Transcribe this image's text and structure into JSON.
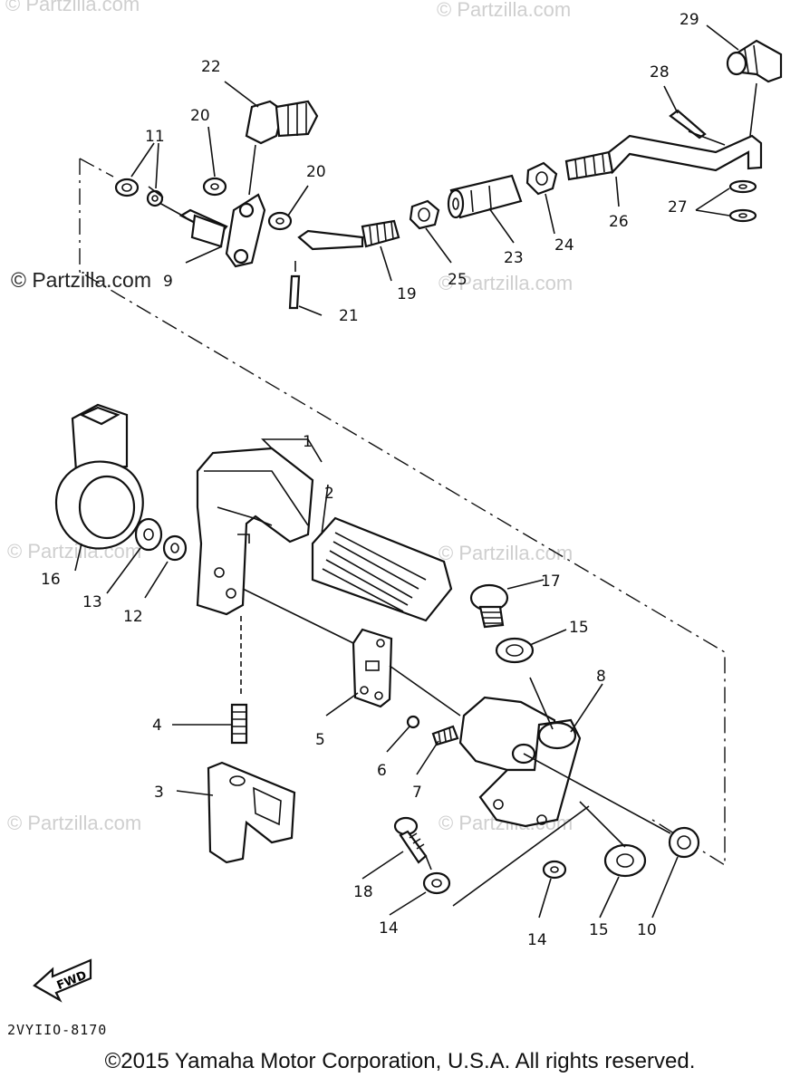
{
  "watermarks": {
    "top_left": "© Partzilla.com",
    "top_center": "© Partzilla.com",
    "mid_left": "© Partzilla.com",
    "mid_center": "© Partzilla.com",
    "lower_left": "© Partzilla.com",
    "lower_center": "© Partzilla.com",
    "bottom_left": "© Partzilla.com",
    "bottom_center": "© Partzilla.com"
  },
  "callouts": {
    "c1": "1",
    "c2": "2",
    "c3": "3",
    "c4": "4",
    "c5": "5",
    "c6": "6",
    "c7": "7",
    "c8": "8",
    "c9": "9",
    "c10": "10",
    "c11": "11",
    "c12": "12",
    "c13": "13",
    "c14a": "14",
    "c14b": "14",
    "c15a": "15",
    "c15b": "15",
    "c16": "16",
    "c17": "17",
    "c18": "18",
    "c19": "19",
    "c20a": "20",
    "c20b": "20",
    "c21": "21",
    "c22": "22",
    "c23": "23",
    "c24": "24",
    "c25": "25",
    "c26": "26",
    "c27": "27",
    "c28": "28",
    "c29": "29"
  },
  "fwd_label": "FWD",
  "diagram_code": "2VYIIO-8170",
  "copyright": "©2015  Yamaha Motor Corporation, U.S.A. All rights reserved."
}
